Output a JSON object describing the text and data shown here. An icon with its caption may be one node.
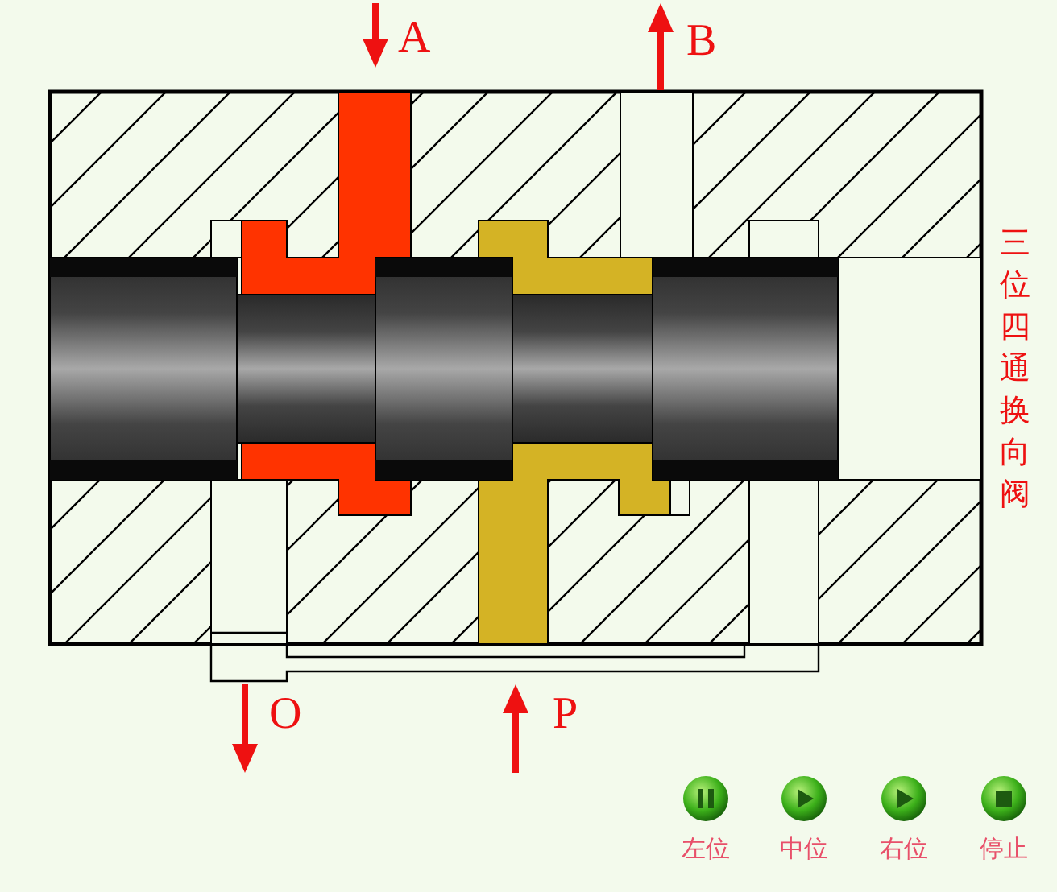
{
  "diagram": {
    "title": "三位四通换向阀",
    "labels": [
      "A",
      "B",
      "O",
      "P",
      "左位",
      "中位",
      "右位",
      "停止"
    ]
  }
}
